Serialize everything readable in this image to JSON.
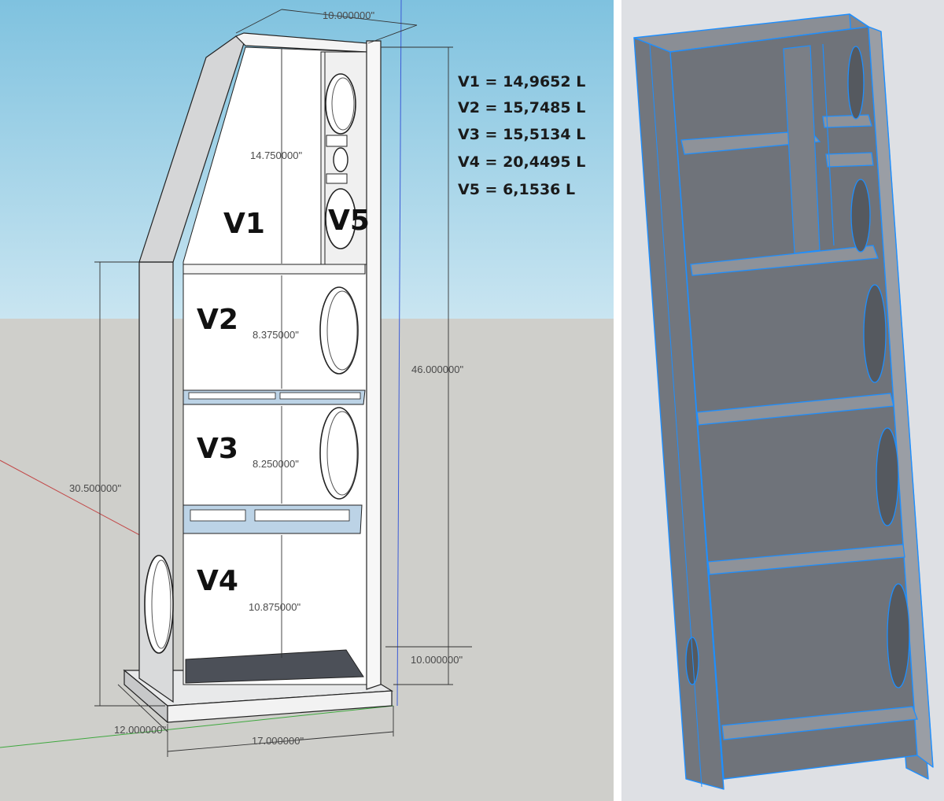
{
  "left_view": {
    "sky_color": "#9fd0e6",
    "ground_color": "#cfcfcb",
    "compartments": [
      {
        "id": "v1",
        "label": "V1"
      },
      {
        "id": "v2",
        "label": "V2"
      },
      {
        "id": "v3",
        "label": "V3"
      },
      {
        "id": "v4",
        "label": "V4"
      },
      {
        "id": "v5",
        "label": "V5"
      }
    ],
    "dimensions": {
      "top_width": "10.000000\"",
      "v1_height": "14.750000\"",
      "v2_height": "8.375000\"",
      "v3_height": "8.250000\"",
      "v4_height": "10.875000\"",
      "overall_height": "46.000000\"",
      "side_height": "30.500000\"",
      "base_offset": "10.000000\"",
      "base_depth": "12.000000\"",
      "base_width": "17.000000\""
    },
    "volumes": [
      "V1 = 14,9652 L",
      "V2 = 15,7485 L",
      "V3 = 15,5134 L",
      "V4 = 20,4495 L",
      "V5 = 6,1536 L"
    ]
  },
  "right_view": {
    "background": "#e6e8ec",
    "body_color": "#7b7f86",
    "edge_color": "#1e8fff"
  }
}
